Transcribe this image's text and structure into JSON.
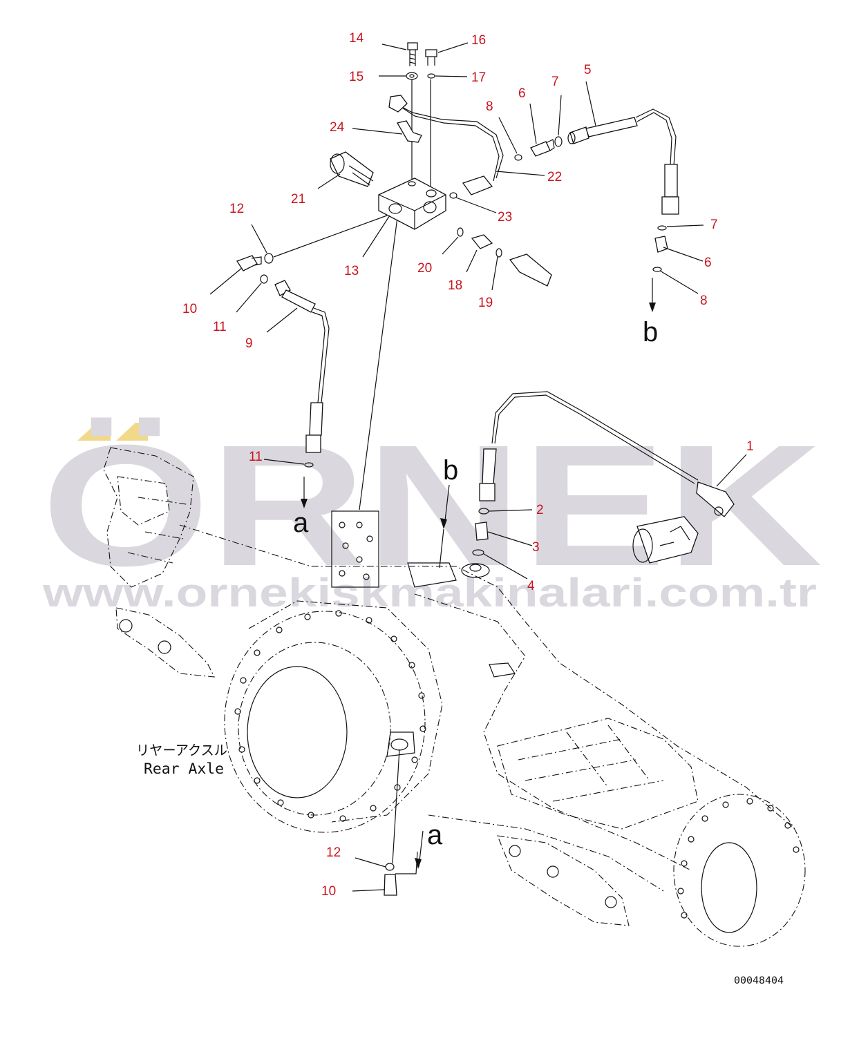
{
  "watermark": {
    "brand": "ÖRNEK",
    "url": "www.ornekiskmakinalari.com.tr"
  },
  "drawing": {
    "axle_label_jp": "リヤーアクスル",
    "axle_label_en": "Rear Axle",
    "drawing_code": "00048404"
  },
  "arrows": {
    "a": "a",
    "b": "b"
  },
  "callouts": [
    {
      "id": "c14",
      "label": "14"
    },
    {
      "id": "c16",
      "label": "16"
    },
    {
      "id": "c15",
      "label": "15"
    },
    {
      "id": "c17",
      "label": "17"
    },
    {
      "id": "c5",
      "label": "5"
    },
    {
      "id": "c7a",
      "label": "7"
    },
    {
      "id": "c6a",
      "label": "6"
    },
    {
      "id": "c8a",
      "label": "8"
    },
    {
      "id": "c24",
      "label": "24"
    },
    {
      "id": "c22",
      "label": "22"
    },
    {
      "id": "c21",
      "label": "21"
    },
    {
      "id": "c23",
      "label": "23"
    },
    {
      "id": "c12a",
      "label": "12"
    },
    {
      "id": "c13",
      "label": "13"
    },
    {
      "id": "c20",
      "label": "20"
    },
    {
      "id": "c18",
      "label": "18"
    },
    {
      "id": "c19",
      "label": "19"
    },
    {
      "id": "c7b",
      "label": "7"
    },
    {
      "id": "c6b",
      "label": "6"
    },
    {
      "id": "c8b",
      "label": "8"
    },
    {
      "id": "c10a",
      "label": "10"
    },
    {
      "id": "c11a",
      "label": "11"
    },
    {
      "id": "c9",
      "label": "9"
    },
    {
      "id": "c11b",
      "label": "11"
    },
    {
      "id": "c1",
      "label": "1"
    },
    {
      "id": "c2",
      "label": "2"
    },
    {
      "id": "c3",
      "label": "3"
    },
    {
      "id": "c4",
      "label": "4"
    },
    {
      "id": "c12b",
      "label": "12"
    },
    {
      "id": "c10b",
      "label": "10"
    }
  ],
  "colors": {
    "callout": "#c8141e",
    "line": "#111111",
    "watermark": "#dad8de",
    "watermark_accent": "#f2d98a"
  }
}
